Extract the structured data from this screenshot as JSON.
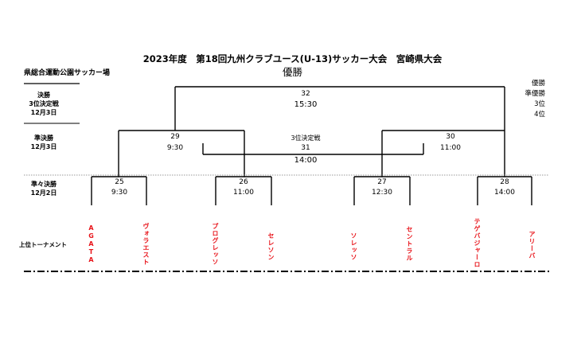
{
  "header": {
    "title": "2023年度　第18回九州クラブユース(U-13)サッカー大会　宮崎県大会",
    "subtitle": "優勝",
    "venue": "県総合運動公園サッカー場"
  },
  "legend": [
    "優勝",
    "準優勝",
    "3位",
    "4位"
  ],
  "rows": {
    "final": {
      "l1": "決勝",
      "l2": "3位決定戦",
      "l3": "12月3日"
    },
    "semi": {
      "l1": "準決勝",
      "l2": "12月3日"
    },
    "quarter": {
      "l1": "準々決勝",
      "l2": "12月2日"
    }
  },
  "matches": {
    "m25": {
      "num": "25",
      "time": "9:30"
    },
    "m26": {
      "num": "26",
      "time": "11:00"
    },
    "m27": {
      "num": "27",
      "time": "12:30"
    },
    "m28": {
      "num": "28",
      "time": "14:00"
    },
    "m29": {
      "num": "29",
      "time": "9:30"
    },
    "m30": {
      "num": "30",
      "time": "11:00"
    },
    "m31": {
      "label": "3位決定戦",
      "num": "31",
      "time": "14:00"
    },
    "m32": {
      "num": "32",
      "time": "15:30"
    }
  },
  "tournament_label": "上位トーナメント",
  "teams": [
    "AGATA",
    "ヴォラエスト",
    "プログレッソ",
    "セレソン",
    "ソレッソ",
    "セントラル",
    "テゲバジャーロ",
    "アリーバ"
  ],
  "colors": {
    "team_text": "#e8141a"
  }
}
